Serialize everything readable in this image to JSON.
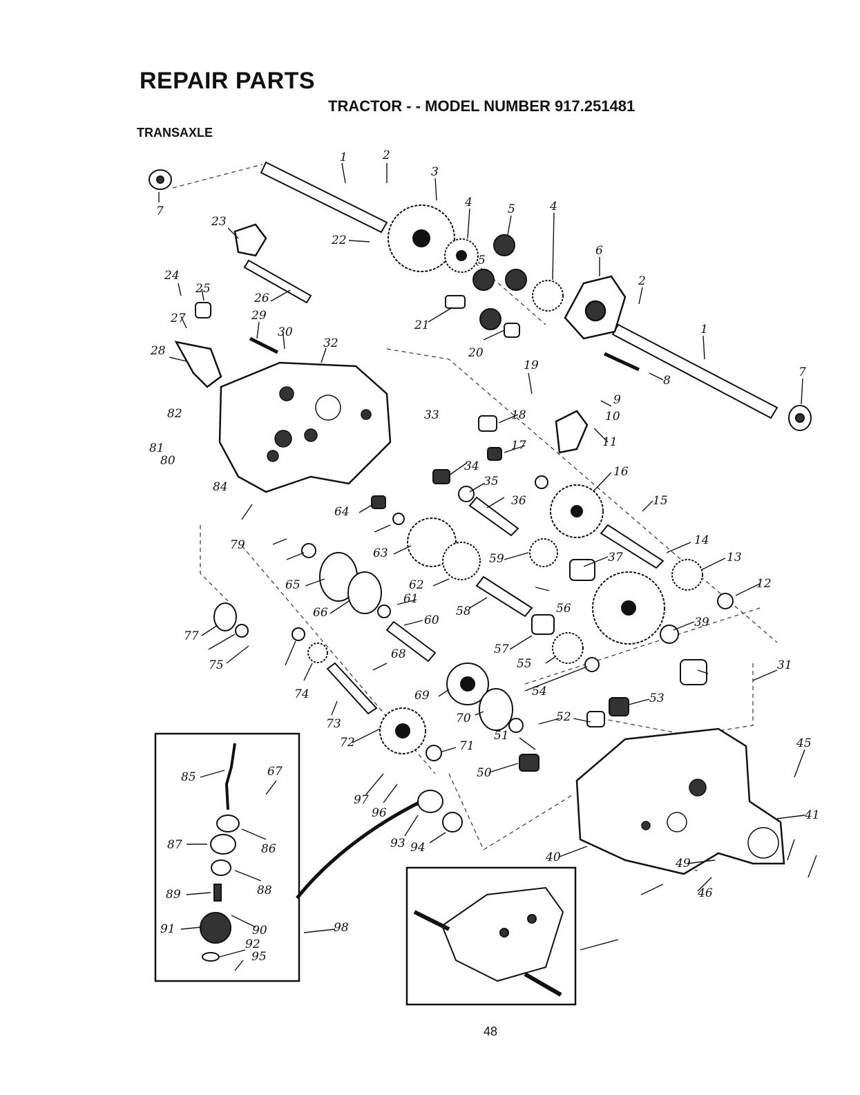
{
  "header": {
    "title": "REPAIR PARTS",
    "subtitle": "TRACTOR - - MODEL NUMBER 917.251481",
    "section": "TRANSAXLE"
  },
  "page_number": "48",
  "diagram": {
    "part_labels": [
      "1",
      "2",
      "3",
      "4",
      "5",
      "4",
      "5",
      "6",
      "2",
      "1",
      "7",
      "7",
      "8",
      "9",
      "10",
      "11",
      "12",
      "13",
      "14",
      "15",
      "16",
      "17",
      "18",
      "19",
      "20",
      "21",
      "22",
      "23",
      "24",
      "25",
      "26",
      "27",
      "28",
      "29",
      "30",
      "31",
      "32",
      "33",
      "34",
      "35",
      "36",
      "37",
      "39",
      "40",
      "41",
      "45",
      "46",
      "49",
      "50",
      "51",
      "52",
      "53",
      "54",
      "55",
      "56",
      "57",
      "58",
      "59",
      "60",
      "61",
      "62",
      "63",
      "64",
      "65",
      "66",
      "67",
      "68",
      "69",
      "70",
      "71",
      "72",
      "73",
      "74",
      "75",
      "77",
      "79",
      "80",
      "81",
      "82",
      "84",
      "85",
      "86",
      "87",
      "88",
      "89",
      "90",
      "91",
      "92",
      "93",
      "94",
      "95",
      "96",
      "97",
      "98"
    ]
  }
}
